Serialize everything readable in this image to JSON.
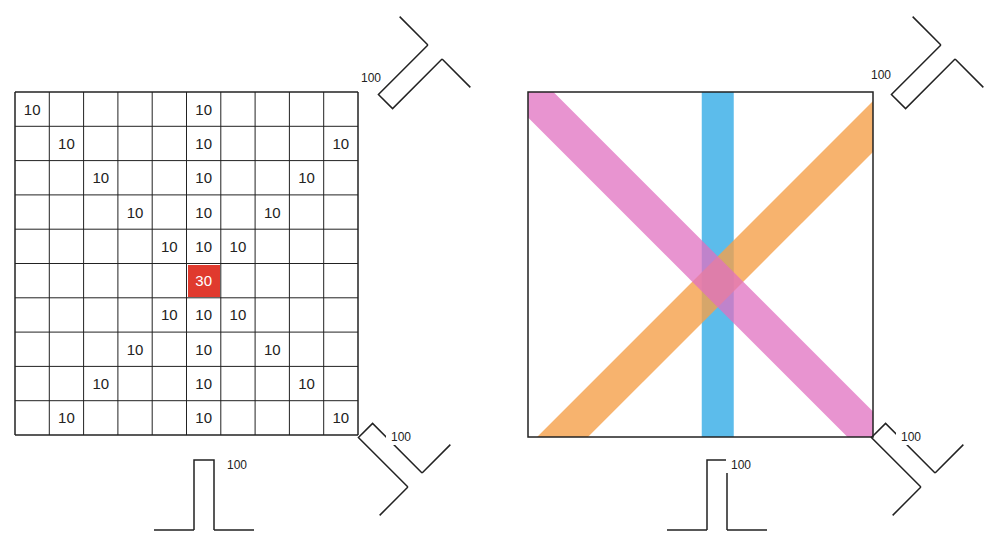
{
  "diagram": {
    "labels": [
      "10",
      "10",
      "10",
      "10",
      "10",
      "10",
      "10",
      "10",
      "10",
      "10",
      "10",
      "10",
      "10",
      "10",
      "30",
      "10",
      "10",
      "10",
      "10",
      "10",
      "10",
      "10",
      "10",
      "10",
      "10",
      "10",
      "10",
      "100",
      "100",
      "100",
      "100",
      "100",
      "100"
    ]
  }
}
